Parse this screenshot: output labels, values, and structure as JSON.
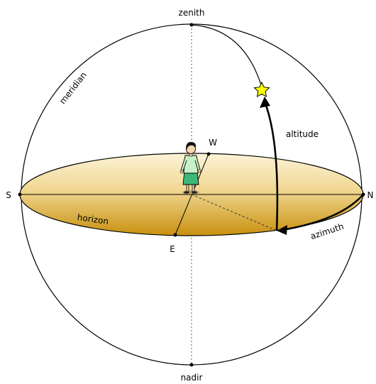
{
  "labels": {
    "zenith": "zenith",
    "nadir": "nadir",
    "meridian": "meridian",
    "west": "W",
    "east": "E",
    "south": "S",
    "north": "N",
    "altitude": "altitude",
    "azimuth": "azimuth",
    "horizon": "horizon"
  },
  "colors": {
    "horizon_light": "#fdf3d8",
    "horizon_mid": "#e8c66e",
    "horizon_dark": "#c8900e",
    "star_fill": "#ffff00",
    "observer_shirt": "#c8f0c8",
    "observer_skirt": "#3cb878"
  },
  "icons": {
    "star": "star-icon",
    "observer": "observer-figure"
  }
}
